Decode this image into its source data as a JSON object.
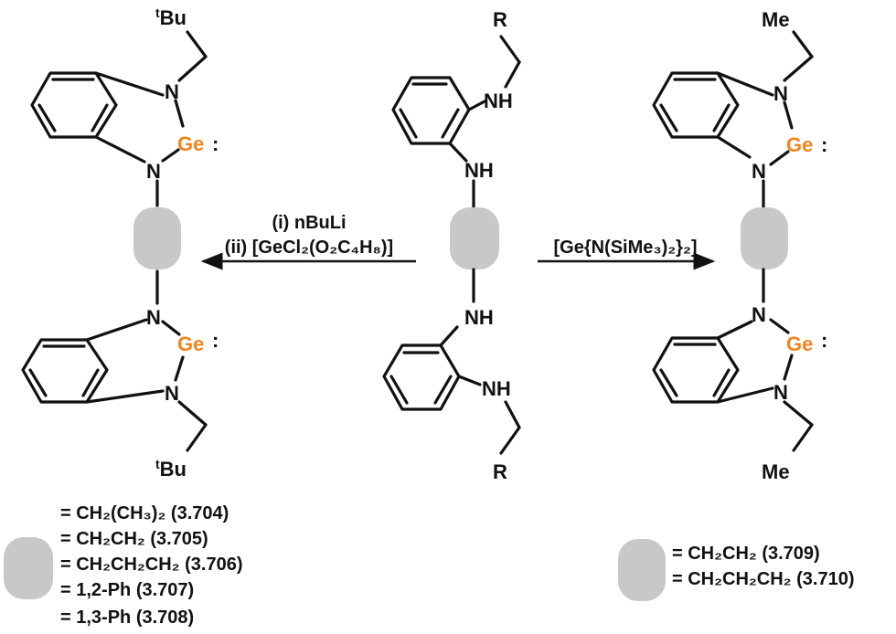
{
  "colors": {
    "germanium": "#f0841f",
    "linker": "#c8c8c8",
    "ink": "#111111"
  },
  "center": {
    "r_top": "R",
    "nh_upper": "NH",
    "nh_mid_upper": "NH",
    "nh_mid_lower": "NH",
    "nh_lower": "NH",
    "r_bottom": "R"
  },
  "left": {
    "substituent_top": "Bu",
    "substituent_sup": "t",
    "n": "N",
    "ge": "Ge",
    "dot": ":"
  },
  "right": {
    "substituent": "Me",
    "n": "N",
    "ge": "Ge",
    "dot": ":"
  },
  "conditions_left": {
    "line1": "(i) nBuLi",
    "line2": "(ii) [GeCl₂(O₂C₄H₈)]"
  },
  "conditions_right": {
    "line1": "[Ge{N(SiMe₃)₂}₂]"
  },
  "legend_left": [
    "=  CH₂(CH₃)₂ (3.704)",
    "= CH₂CH₂ (3.705)",
    "= CH₂CH₂CH₂ (3.706)",
    "= 1,2-Ph (3.707)",
    "= 1,3-Ph (3.708)"
  ],
  "legend_right": [
    "= CH₂CH₂ (3.709)",
    "= CH₂CH₂CH₂ (3.710)"
  ]
}
